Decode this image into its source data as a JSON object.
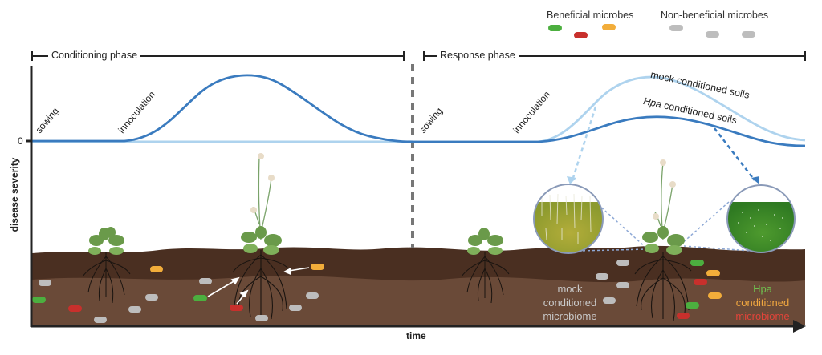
{
  "legend": {
    "beneficial_label": "Beneficial microbes",
    "non_beneficial_label": "Non-beneficial microbes",
    "beneficial_colors": [
      "#4caf3f",
      "#c8302c",
      "#f2ad3a"
    ],
    "non_beneficial_color": "#bdbdbd"
  },
  "phases": {
    "conditioning": "Conditioning phase",
    "response": "Response phase"
  },
  "events": {
    "sowing": "sowing",
    "inoculation": "innoculation"
  },
  "curves": {
    "mock_label_rest": " conditioned soils",
    "mock_label_prefix": "mock",
    "hpa_label_italic": "Hpa",
    "hpa_label_rest": " conditioned soils",
    "dark_color": "#3a7bbf",
    "light_color": "#aed3ee"
  },
  "axes": {
    "y_label": "disease severity",
    "y_zero": "0",
    "x_label": "time"
  },
  "microbiome_labels": {
    "mock": [
      "mock",
      "conditioned",
      "microbiome"
    ],
    "hpa": [
      "Hpa",
      "conditioned",
      "microbiome"
    ],
    "hpa_colors": [
      "#6fbf4f",
      "#f0a740",
      "#e2443a"
    ],
    "mock_color": "#c9c9c9"
  },
  "soil": {
    "top_color": "#4a2f21",
    "bottom_color": "#6a4a38"
  }
}
